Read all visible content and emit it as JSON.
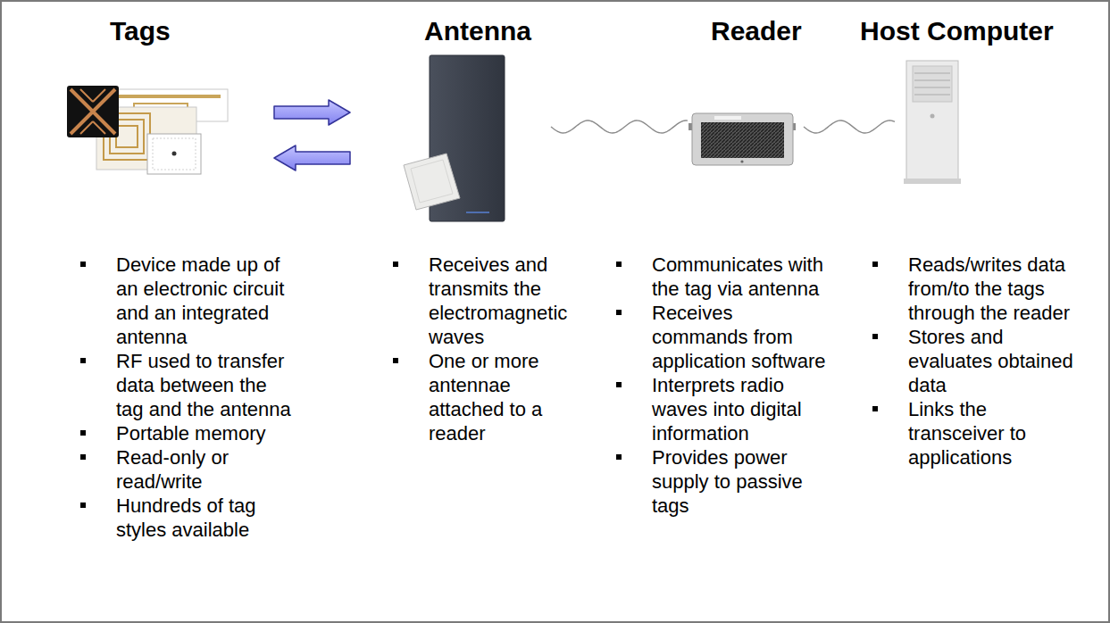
{
  "diagram": {
    "nodes": [
      {
        "text": [
          "Tags",
          "Device made up of an electronic circuit and an integrated antenna",
          "RF used to transfer data between the tag and the antenna",
          "Portable memory",
          "Read-only or read/write",
          "Hundreds of tag styles available"
        ]
      },
      {
        "text": [
          "Antenna",
          "Receives and transmits the electromagnetic waves",
          "One or more antennae attached to a reader"
        ]
      },
      {
        "text": [
          "Reader",
          "Communicates with the tag via antenna",
          "Receives commands from application software",
          "Interprets radio waves into digital information",
          "Provides power supply to passive tags"
        ]
      },
      {
        "text": [
          "Host Computer",
          "Reads/writes data from/to the tags through the reader",
          "Stores and evaluates obtained data",
          "Links the transceiver to applications"
        ]
      }
    ],
    "edges": [
      {
        "from": 0,
        "to": 1,
        "arrow": "to"
      },
      {
        "from": 1,
        "to": 0,
        "arrow": "to"
      },
      {
        "from": 1,
        "to": 2,
        "arrow": "none"
      },
      {
        "from": 2,
        "to": 3,
        "arrow": "none"
      }
    ]
  }
}
